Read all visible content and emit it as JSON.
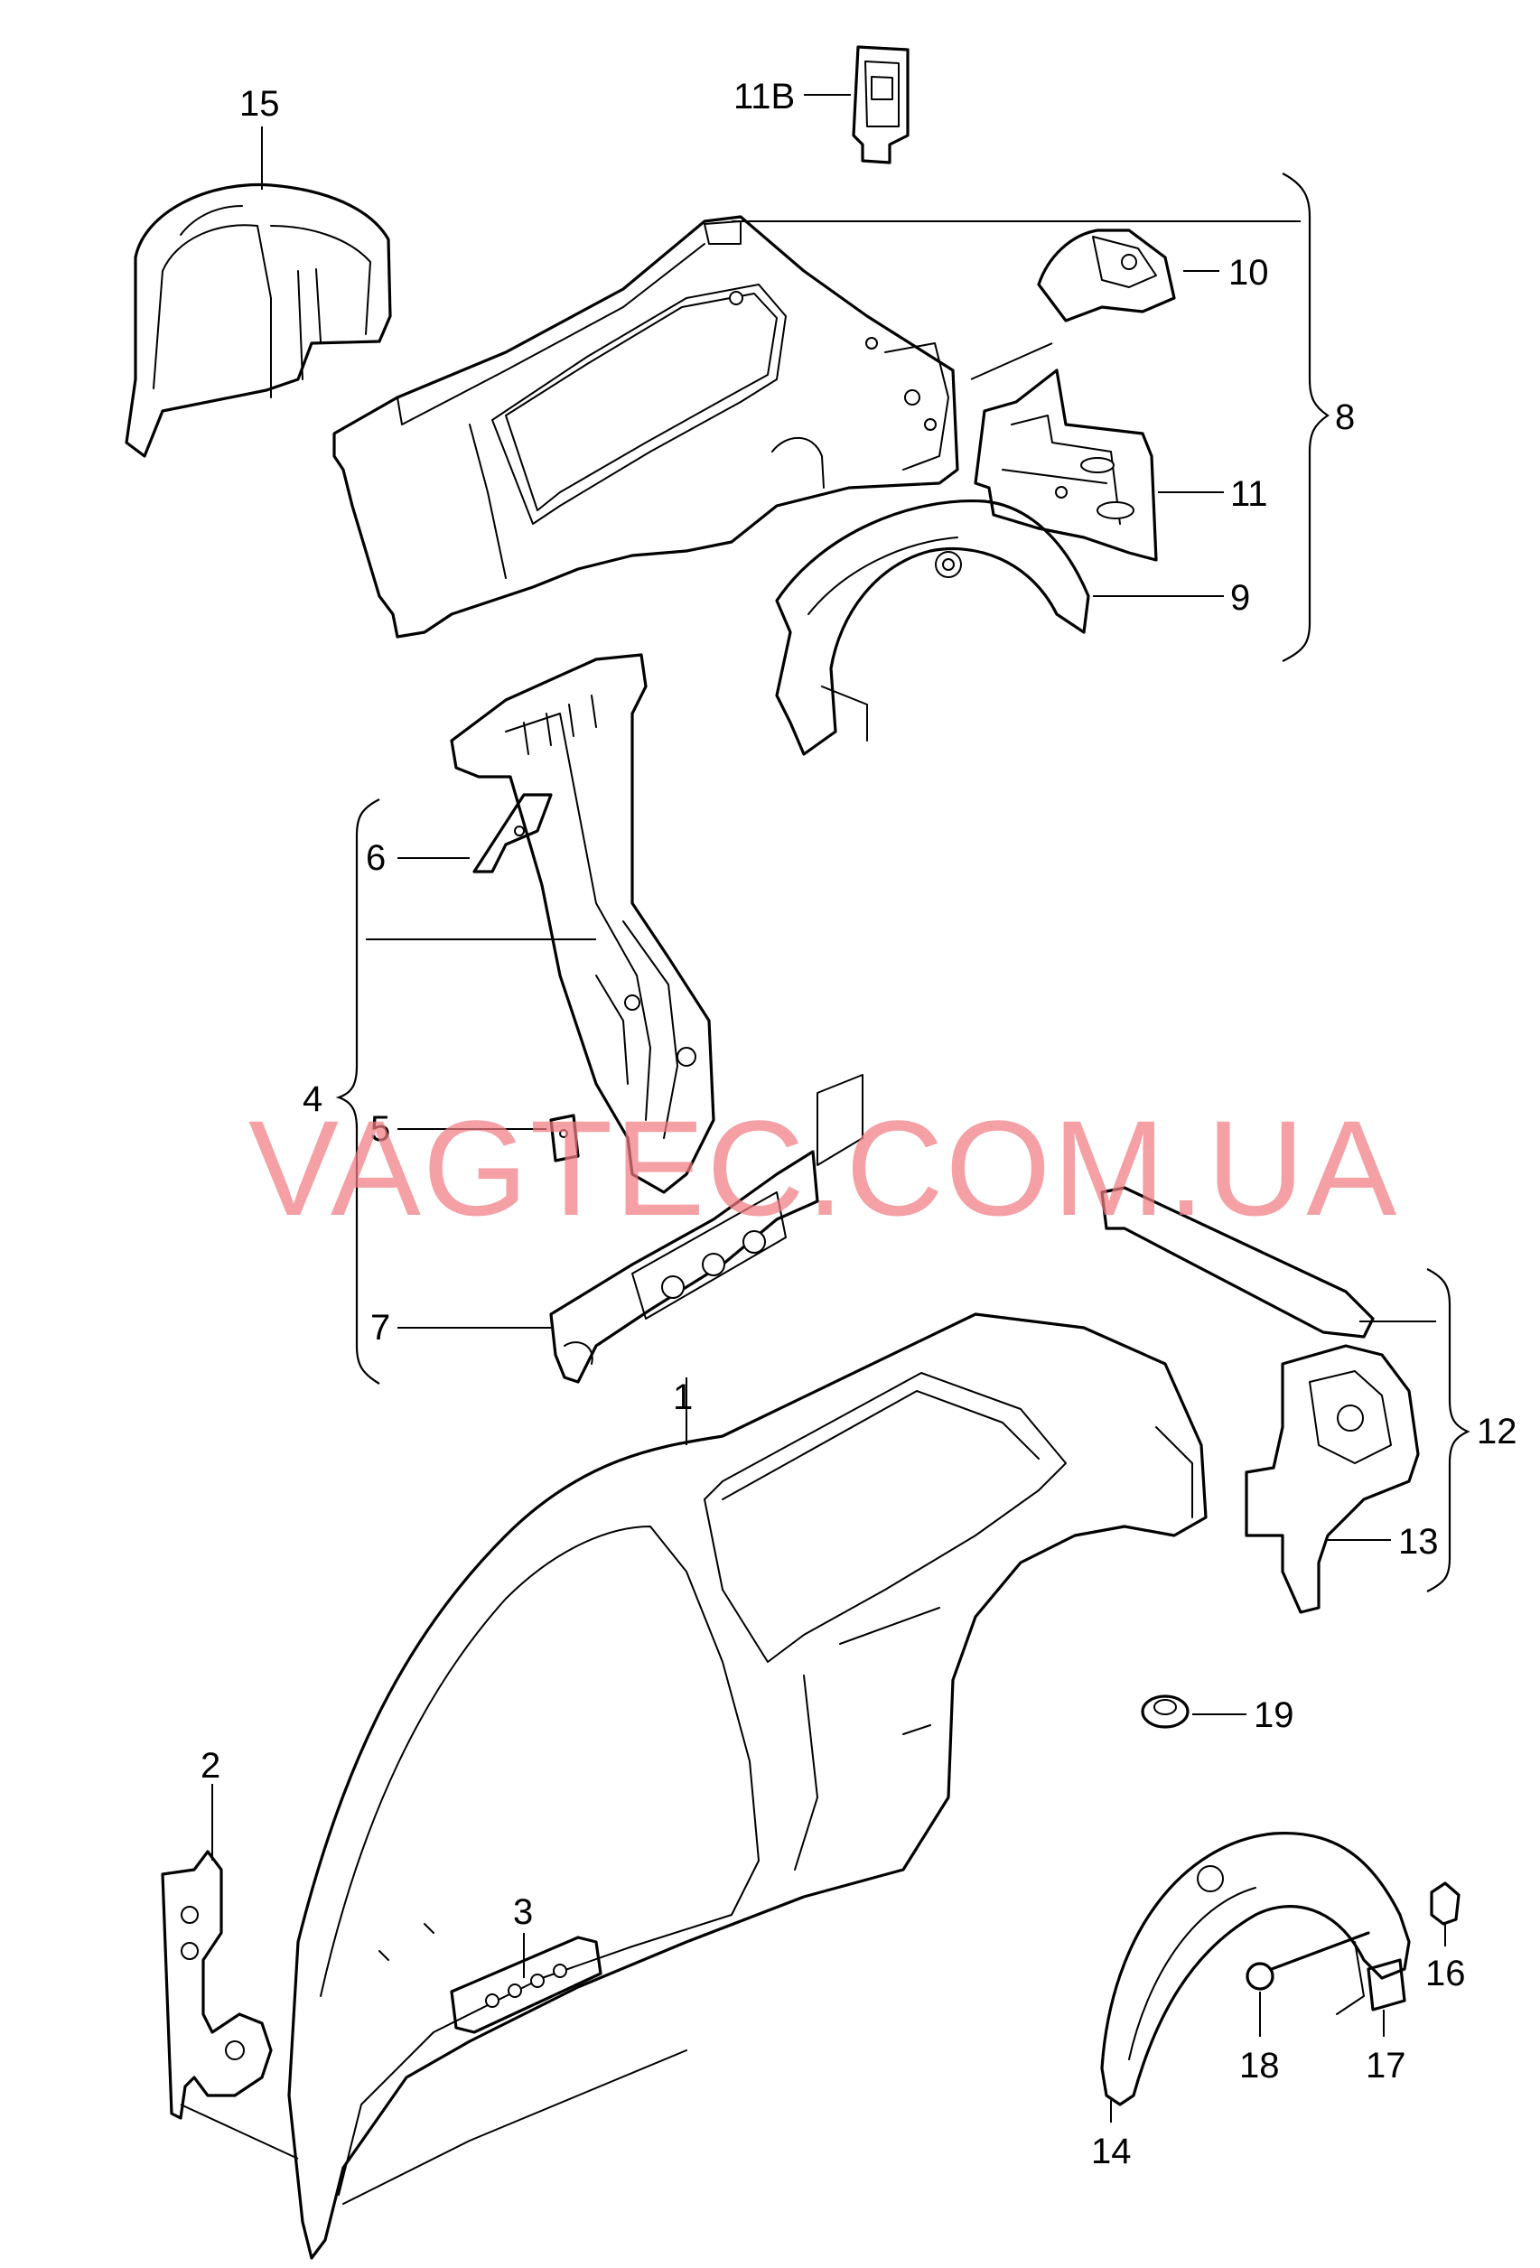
{
  "watermark": "VAGTEC.COM.UA",
  "callouts": {
    "c1": "1",
    "c2": "2",
    "c3": "3",
    "c4": "4",
    "c5": "5",
    "c6": "6",
    "c7": "7",
    "c8": "8",
    "c9": "9",
    "c10": "10",
    "c11": "11",
    "c11b": "11B",
    "c12": "12",
    "c13": "13",
    "c14": "14",
    "c15": "15",
    "c16": "16",
    "c17": "17",
    "c18": "18",
    "c19": "19"
  },
  "colors": {
    "line": "#000000",
    "background": "#ffffff",
    "watermark": "#f07c82"
  }
}
